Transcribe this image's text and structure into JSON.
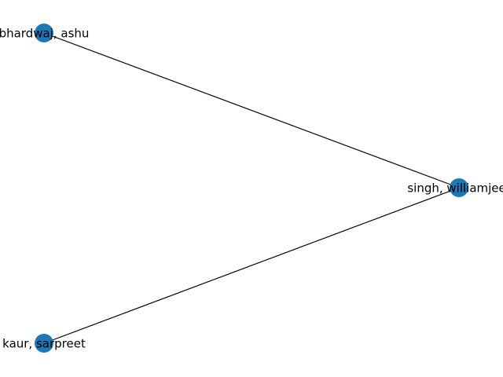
{
  "graph": {
    "node_color": "#1f77b4",
    "edge_color": "#000000",
    "nodes": [
      {
        "id": "bhardwaj",
        "label": "bhardwaj, ashu"
      },
      {
        "id": "singh",
        "label": "singh, williamjeet"
      },
      {
        "id": "kaur",
        "label": "kaur, sarpreet"
      }
    ],
    "edges": [
      {
        "source": "bhardwaj",
        "target": "singh"
      },
      {
        "source": "kaur",
        "target": "singh"
      }
    ]
  }
}
